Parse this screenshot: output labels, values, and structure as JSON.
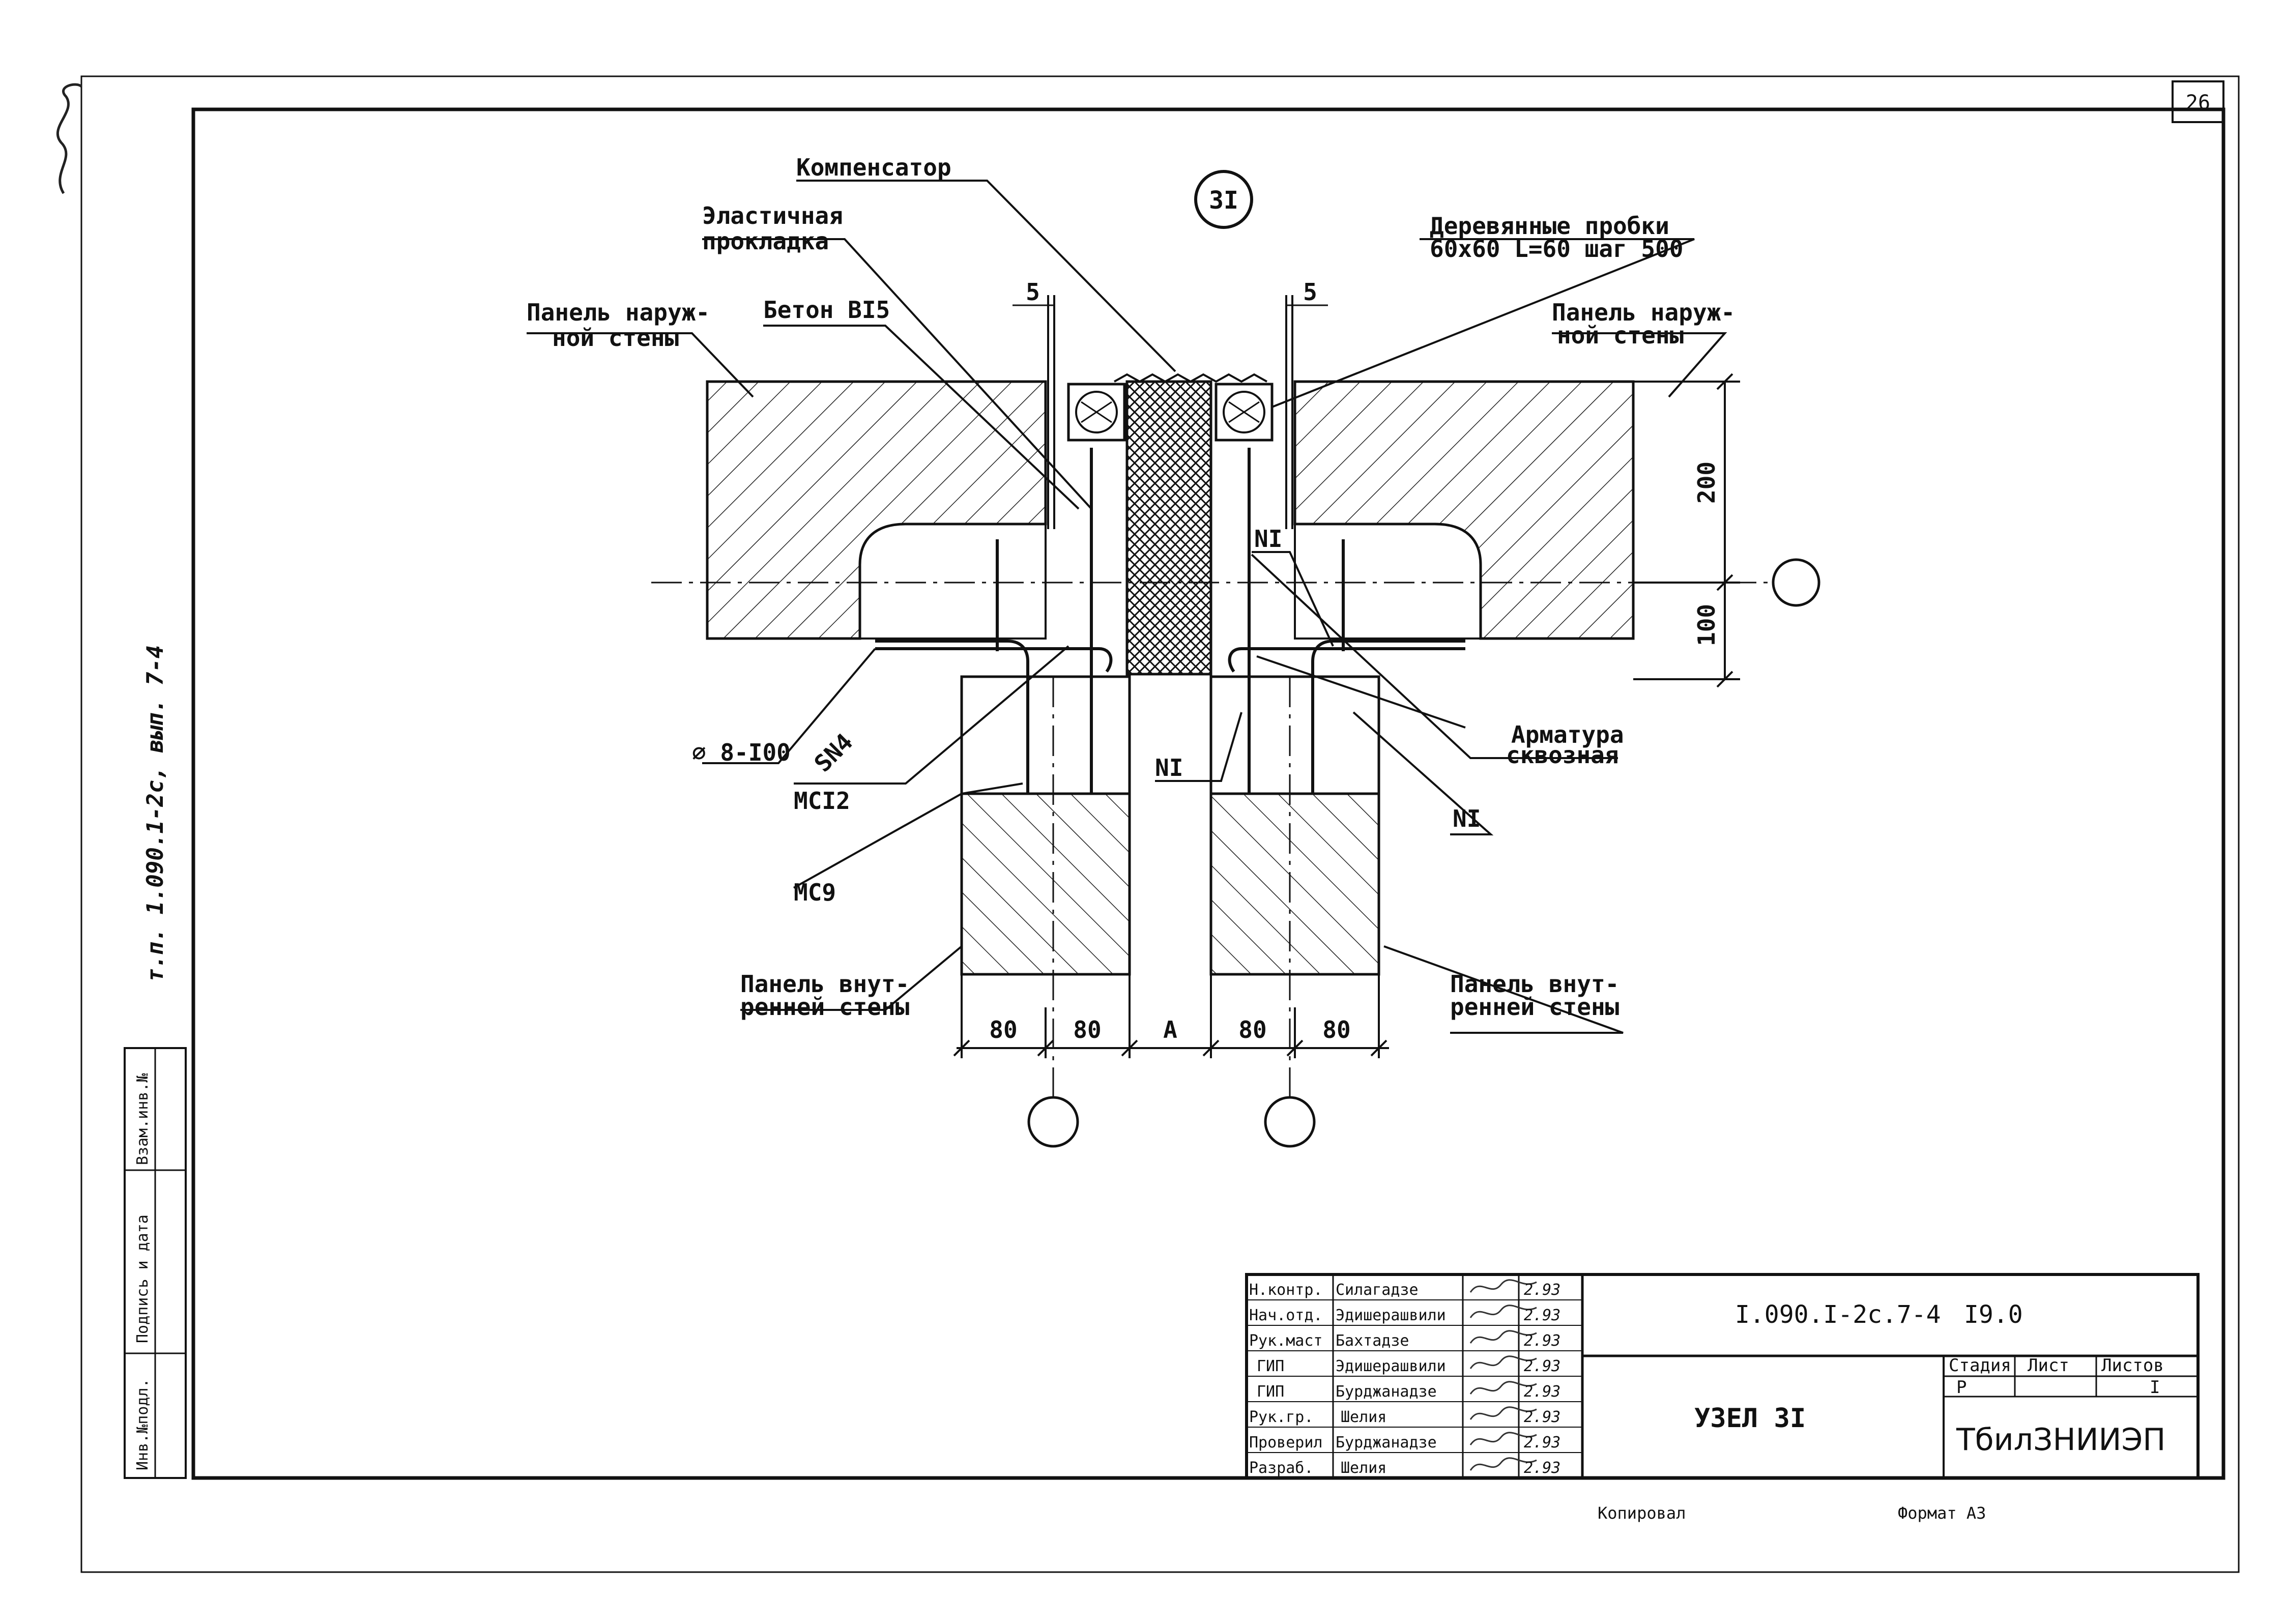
{
  "sheet": {
    "page_number": "26",
    "node_marker": "3I",
    "margin_note": "т.п. 1.090.1-2с, вып. 7-4",
    "left_stamp": [
      "Инв.№подл.",
      "Подпись и дата",
      "Взам.инв.№"
    ]
  },
  "labels": {
    "compensator": "Компенсатор",
    "elastic_1": "Эластичная",
    "elastic_2": "прокладка",
    "outer_left_1": "Панель наруж-",
    "outer_left_2": "ной стены",
    "concrete": "Бетон BI5",
    "wood_plugs_1": "Деревянные пробки",
    "wood_plugs_2": "60х60 L=60 шаг 500",
    "outer_right_1": "Панель наруж-",
    "outer_right_2": "ной стены",
    "ni_top": "NI",
    "rebar_1": "Арматура",
    "rebar_2": "сквозная",
    "ni_mid": "NI",
    "ni_right": "NI",
    "bar_spec": "⌀ 8-I00",
    "sn4": "SN4",
    "mc12": "MCI2",
    "mc9": "MC9",
    "inner_left_1": "Панель внут-",
    "inner_left_2": "ренней стены",
    "inner_right_1": "Панель внут-",
    "inner_right_2": "ренней стены"
  },
  "dimensions": {
    "gap_left": "5",
    "gap_right": "5",
    "h_200": "200",
    "h_100": "100",
    "w1": "80",
    "w2": "80",
    "w_a": "A",
    "w3": "80",
    "w4": "80"
  },
  "title_block": {
    "roles": [
      "Н.контр.",
      "Нач.отд.",
      "Рук.маст",
      "ГИП",
      "ГИП",
      "Рук.гр.",
      "Проверил",
      "Разраб."
    ],
    "names": [
      "Силагадзе",
      "Эдишерашвили",
      "Бахтадзе",
      "Эдишерашвили",
      "Бурджанадзе",
      "Шелия",
      "Бурджанадзе",
      "Шелия"
    ],
    "dates": [
      "2.93",
      "2.93",
      "2.93",
      "2.93",
      "2.93",
      "2.93",
      "2.93",
      "2.93"
    ],
    "doc_code": "I.090.I-2с.7-4",
    "doc_index": "I9.0",
    "title": "УЗЕЛ 3I",
    "stage_header": "Стадия",
    "sheet_header": "Лист",
    "sheets_header": "Листов",
    "stage_value": "Р",
    "sheet_value": "",
    "sheets_value": "I",
    "organization": "ТбилЗНИИЭП"
  },
  "footer": {
    "copied": "Копировал",
    "format": "Формат А3"
  }
}
